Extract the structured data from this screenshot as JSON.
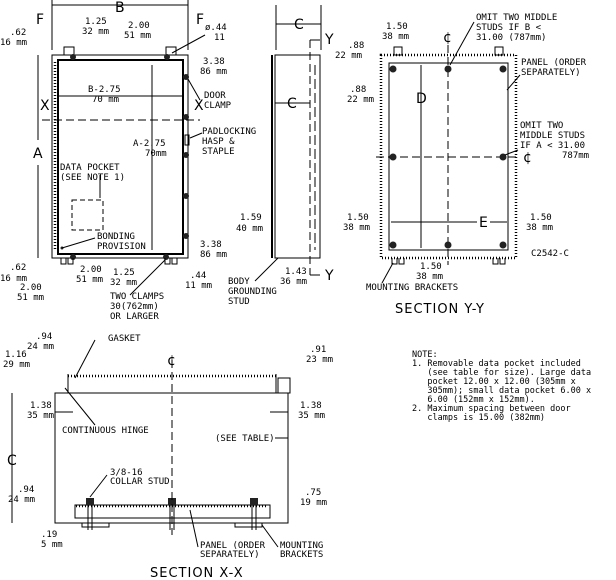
{
  "drawing_id": "C2542-C",
  "front_view": {
    "B": "B",
    "F_left": "F",
    "F_right": "F",
    "A": "A",
    "X_left": "X",
    "X_right": "X",
    "d_125": [
      "1.25",
      "32 mm"
    ],
    "d_200_top": [
      "2.00",
      "51 mm"
    ],
    "d_hole": [
      "ø.44",
      "11"
    ],
    "d_062_top": [
      ".62",
      "16 mm"
    ],
    "d_338_top": [
      "3.38",
      "86 mm"
    ],
    "d_b275": [
      "B-2.75",
      "70 mm"
    ],
    "d_a275": [
      "A-2.75",
      "70mm"
    ],
    "door_clamp": [
      "DOOR",
      "CLAMP"
    ],
    "padlock": [
      "PADLOCKING",
      "HASP &",
      "STAPLE"
    ],
    "data_pocket": [
      "DATA POCKET",
      "(SEE NOTE 1)"
    ],
    "bonding": [
      "BONDING",
      "PROVISION"
    ],
    "d_338_bot": [
      "3.38",
      "86 mm"
    ],
    "d_062_bot": [
      ".62",
      "16 mm"
    ],
    "d_200_bot": [
      "2.00",
      "51 mm"
    ],
    "d_125_bot": [
      "1.25",
      "32 mm"
    ],
    "d_044_bot": [
      ".44",
      "11 mm"
    ],
    "d_200_side": [
      "2.00",
      "51 mm"
    ],
    "two_clamps": [
      "TWO CLAMPS",
      "30(762mm)",
      "OR LARGER"
    ]
  },
  "side_view": {
    "C_top": "C",
    "C_mid": "C",
    "Y_top": "Y",
    "Y_bot": "Y",
    "d_159": [
      "1.59",
      "40 mm"
    ],
    "d_143": [
      "1.43",
      "36 mm"
    ],
    "grounding": [
      "BODY",
      "GROUNDING",
      "STUD"
    ]
  },
  "section_yy": {
    "title": "SECTION Y-Y",
    "centerline_top": "¢",
    "centerline_right": "¢",
    "D": "D",
    "E": "E",
    "d_150_top": [
      "1.50",
      "38 mm"
    ],
    "omit_b": [
      "OMIT TWO MIDDLE",
      "STUDS IF B <",
      "31.00 (787mm)"
    ],
    "d_088_a": [
      ".88",
      "22 mm"
    ],
    "d_088_b": [
      ".88",
      "22 mm"
    ],
    "panel": [
      "PANEL (ORDER",
      "SEPARATELY)"
    ],
    "omit_a": [
      "OMIT TWO",
      "MIDDLE STUDS",
      "IF A < 31.00",
      "787mm"
    ],
    "d_150_left": [
      "1.50",
      "38 mm"
    ],
    "d_150_right": [
      "1.50",
      "38 mm"
    ],
    "d_150_bot": [
      "1.50",
      "38 mm"
    ],
    "mounting": "MOUNTING BRACKETS"
  },
  "section_xx": {
    "title": "SECTION X-X",
    "centerline": "¢",
    "C": "C",
    "d_094_top": [
      ".94",
      "24 mm"
    ],
    "gasket": "GASKET",
    "d_116": [
      "1.16",
      "29 mm"
    ],
    "d_091": [
      ".91",
      "23 mm"
    ],
    "d_138_l": [
      "1.38",
      "35 mm"
    ],
    "d_138_r": [
      "1.38",
      "35 mm"
    ],
    "hinge": "CONTINUOUS HINGE",
    "see_table": "(SEE TABLE)",
    "collar": [
      "3/8-16",
      "COLLAR STUD"
    ],
    "d_094_bot": [
      ".94",
      "24 mm"
    ],
    "d_075": [
      ".75",
      "19 mm"
    ],
    "d_019": [
      ".19",
      "5 mm"
    ],
    "panel": [
      "PANEL (ORDER",
      "SEPARATELY)"
    ],
    "mounting": [
      "MOUNTING",
      "BRACKETS"
    ]
  },
  "notes": {
    "heading": "NOTE:",
    "lines": [
      "1. Removable data pocket included",
      "   (see table for size). Large data",
      "   pocket 12.00 x 12.00 (305mm x",
      "   305mm); small data pocket 6.00 x",
      "   6.00 (152mm x 152mm).",
      "2. Maximum spacing between door",
      "   clamps is 15.00 (382mm)"
    ]
  }
}
